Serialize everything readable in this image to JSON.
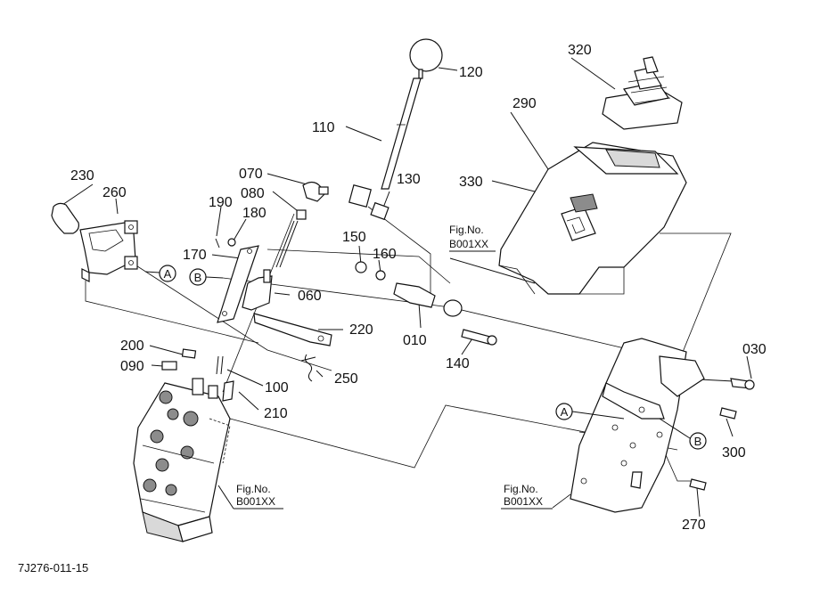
{
  "drawing_number": "7J276-011-15",
  "part_numbers": {
    "p010": "010",
    "p030": "030",
    "p060": "060",
    "p070": "070",
    "p080": "080",
    "p090": "090",
    "p100": "100",
    "p110": "110",
    "p120": "120",
    "p130": "130",
    "p140": "140",
    "p150": "150",
    "p160": "160",
    "p170": "170",
    "p180": "180",
    "p190": "190",
    "p200": "200",
    "p210": "210",
    "p220": "220",
    "p230": "230",
    "p250": "250",
    "p260": "260",
    "p270": "270",
    "p290": "290",
    "p300": "300",
    "p320": "320",
    "p330": "330"
  },
  "callouts": {
    "a": "A",
    "b": "B"
  },
  "fig_refs": {
    "top": {
      "line1": "Fig.No.",
      "line2": "B001XX"
    },
    "left": {
      "line1": "Fig.No.",
      "line2": "B001XX"
    },
    "right": {
      "line1": "Fig.No.",
      "line2": "B001XX"
    }
  }
}
